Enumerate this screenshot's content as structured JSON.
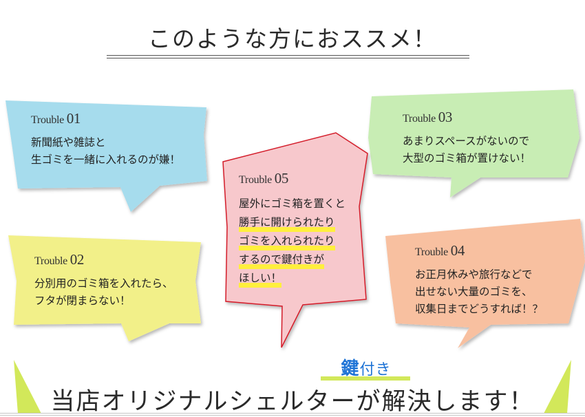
{
  "title": "このような方におススメ！",
  "bubbles": [
    {
      "label": "Trouble",
      "num": "01",
      "lines": [
        "新聞紙や雑誌と",
        "生ゴミを一緒に入れるのが嫌！"
      ],
      "color": "#a6dced"
    },
    {
      "label": "Trouble",
      "num": "02",
      "lines": [
        "分別用のゴミ箱を入れたら、",
        "フタが閉まらない！"
      ],
      "color": "#f2f089"
    },
    {
      "label": "Trouble",
      "num": "03",
      "lines": [
        "あまりスペースがないので",
        "大型のゴミ箱が置けない！"
      ],
      "color": "#c8edb4"
    },
    {
      "label": "Trouble",
      "num": "04",
      "lines": [
        "お正月休みや旅行などで",
        "出せない大量のゴミを、",
        "収集日までどうすれば！？"
      ],
      "color": "#f8c0a0"
    },
    {
      "label": "Trouble",
      "num": "05",
      "lines": [
        "屋外にゴミ箱を置くと",
        "勝手に開けられたり",
        "ゴミを入れられたり",
        "するので鍵付きが",
        "ほしい！"
      ],
      "color": "#f7c8cc",
      "border": "#d41e2a",
      "highlight": "#ffef3d"
    }
  ],
  "bottom": {
    "text": "当店オリジナルシェルターが解決します！",
    "badge_main": "鍵",
    "badge_rest": "付き",
    "badge_color": "#1f74d6",
    "accent_color": "#d2e85a"
  }
}
